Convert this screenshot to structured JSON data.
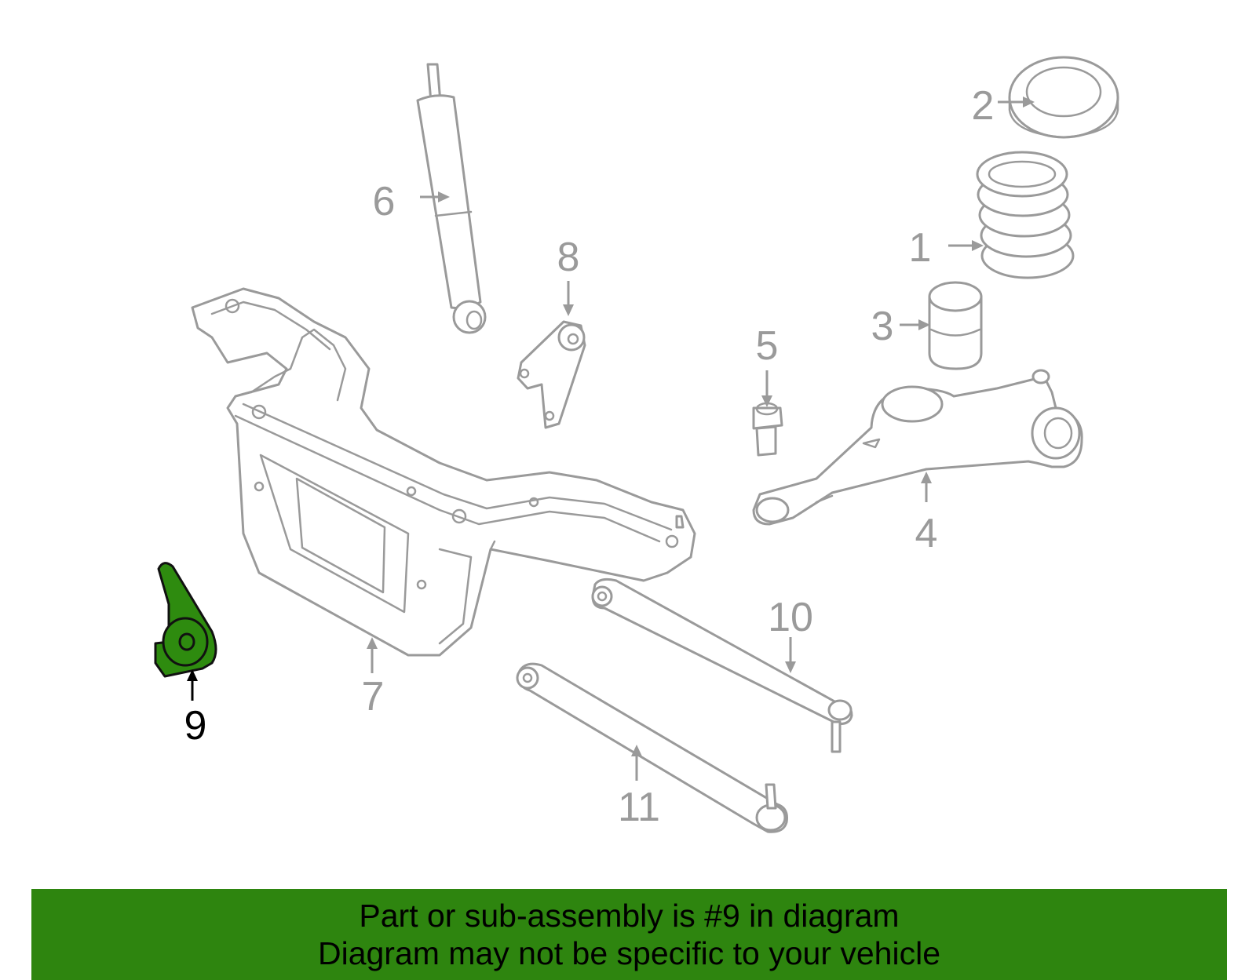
{
  "colors": {
    "line_gray": "#9a9a9a",
    "highlight_green": "#2e8b0f",
    "banner_green": "#2e850f",
    "text_black": "#000000"
  },
  "callouts": {
    "c1": "1",
    "c2": "2",
    "c3": "3",
    "c4": "4",
    "c5": "5",
    "c6": "6",
    "c7": "7",
    "c8": "8",
    "c9": "9",
    "c10": "10",
    "c11": "11"
  },
  "footer": {
    "line1": "Part or sub-assembly is #9 in diagram",
    "line2": "Diagram may not be specific to your vehicle"
  }
}
